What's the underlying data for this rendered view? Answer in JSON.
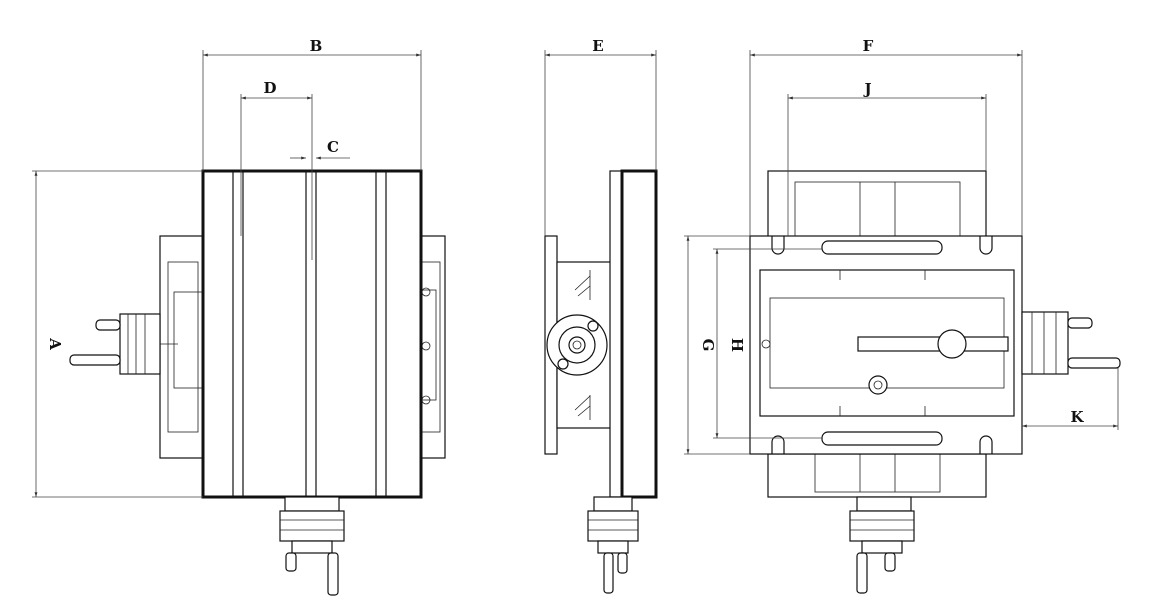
{
  "labels": {
    "A": "A",
    "B": "B",
    "C": "C",
    "D": "D",
    "E": "E",
    "F": "F",
    "G": "G",
    "H": "H",
    "J": "J",
    "K": "K"
  },
  "colors": {
    "line": "#111111",
    "background": "#ffffff"
  }
}
